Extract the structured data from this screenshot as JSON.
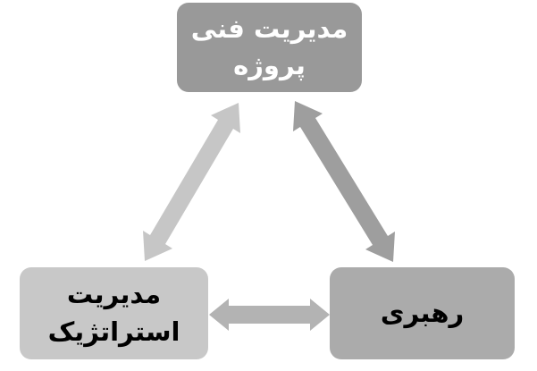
{
  "diagram": {
    "background_color": "#ffffff",
    "nodes": [
      {
        "id": "technical-project-management",
        "lines": [
          "مدیریت فنی",
          "پروژه"
        ],
        "fill": "#999999",
        "text_color": "#ffffff"
      },
      {
        "id": "strategic-management",
        "lines": [
          "مدیریت",
          "استراتژیک"
        ],
        "fill": "#c8c8c8",
        "text_color": "#000000"
      },
      {
        "id": "leadership",
        "lines": [
          "رهبری"
        ],
        "fill": "#ababab",
        "text_color": "#000000"
      }
    ],
    "connectors": [
      {
        "id": "technical-to-strategic",
        "type": "double-headed-arrow",
        "color": "#c6c6c6"
      },
      {
        "id": "technical-to-leadership",
        "type": "double-headed-arrow",
        "color": "#9e9e9e"
      },
      {
        "id": "strategic-to-leadership",
        "type": "double-headed-arrow",
        "color": "#b3b3b3"
      }
    ]
  }
}
